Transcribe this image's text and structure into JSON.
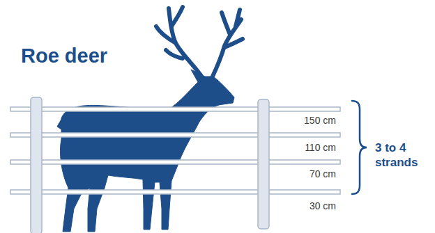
{
  "diagram": {
    "title": "Roe deer",
    "labels": [
      "150 cm",
      "110 cm",
      "70 cm",
      "30 cm",
      "3 to 4 strands"
    ]
  }
}
